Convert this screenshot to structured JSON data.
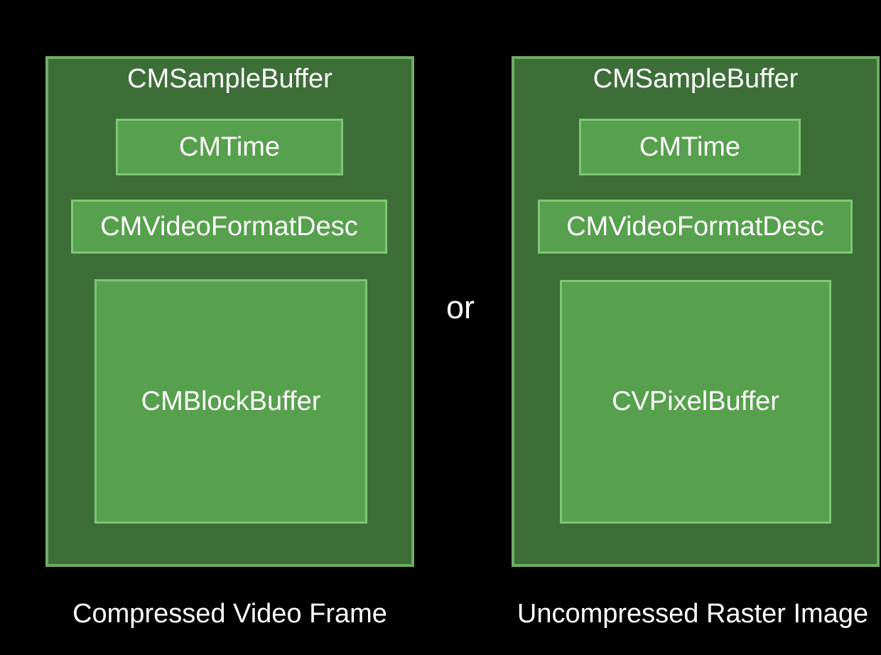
{
  "or_label": "or",
  "colors": {
    "background": "#000000",
    "outer_fill": "#3d6e38",
    "outer_border": "#6ead62",
    "inner_fill": "#57a04d",
    "inner_border": "#7dc873",
    "text": "#ffffff"
  },
  "diagrams": [
    {
      "title": "CMSampleBuffer",
      "children": [
        "CMTime",
        "CMVideoFormatDesc",
        "CMBlockBuffer"
      ],
      "caption": "Compressed Video Frame"
    },
    {
      "title": "CMSampleBuffer",
      "children": [
        "CMTime",
        "CMVideoFormatDesc",
        "CVPixelBuffer"
      ],
      "caption": "Uncompressed Raster Image"
    }
  ]
}
